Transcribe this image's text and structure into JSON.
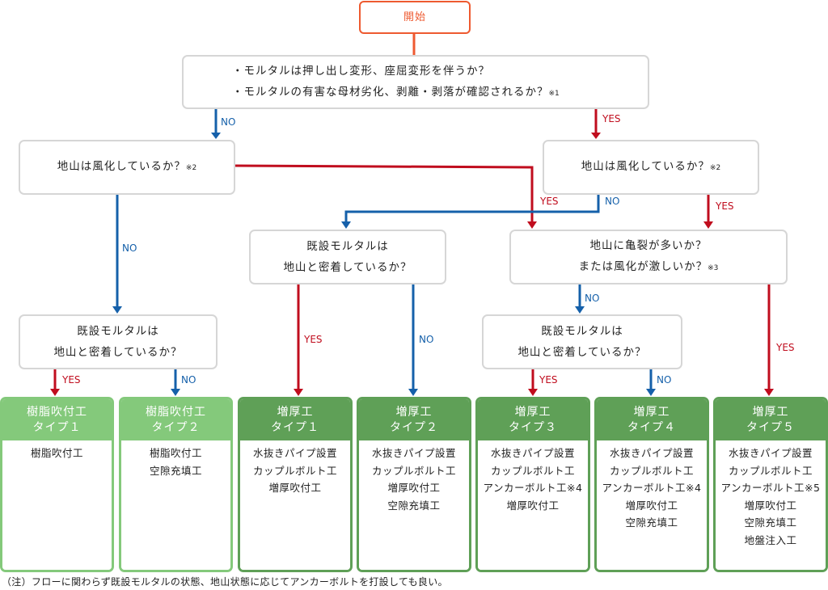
{
  "colors": {
    "yes": "#c00d1e",
    "no": "#1560aa",
    "start": "#ee5a30",
    "resin_header": "#84c97b",
    "thickening_header": "#5fa057"
  },
  "start": {
    "label": "開始"
  },
  "q_top": {
    "line1": "・モルタルは押し出し変形、座屈変形を伴うか？",
    "line2": "・モルタルの有害な母材劣化、剥離・剥落が確認されるか？",
    "note2": "※1"
  },
  "q_weather_left": {
    "text": "地山は風化しているか？",
    "note": "※2"
  },
  "q_weather_right": {
    "text": "地山は風化しているか？",
    "note": "※2"
  },
  "q_adhesion_mid": {
    "line1": "既設モルタルは",
    "line2": "地山と密着しているか？"
  },
  "q_crack": {
    "line1": "地山に亀裂が多いか？",
    "line2": "または風化が激しいか？",
    "note": "※3"
  },
  "q_adhesion_left": {
    "line1": "既設モルタルは",
    "line2": "地山と密着しているか？"
  },
  "q_adhesion_right": {
    "line1": "既設モルタルは",
    "line2": "地山と密着しているか？"
  },
  "labels": {
    "yes": "YES",
    "no": "NO"
  },
  "results": [
    {
      "title1": "樹脂吹付工",
      "title2": "タイプ１",
      "items": [
        "樹脂吹付工"
      ]
    },
    {
      "title1": "樹脂吹付工",
      "title2": "タイプ２",
      "items": [
        "樹脂吹付工",
        "空隙充填工"
      ]
    },
    {
      "title1": "増厚工",
      "title2": "タイプ１",
      "items": [
        "水抜きパイプ設置",
        "カップルボルト工",
        "増厚吹付工"
      ]
    },
    {
      "title1": "増厚工",
      "title2": "タイプ２",
      "items": [
        "水抜きパイプ設置",
        "カップルボルト工",
        "増厚吹付工",
        "空隙充填工"
      ]
    },
    {
      "title1": "増厚工",
      "title2": "タイプ３",
      "items": [
        "水抜きパイプ設置",
        "カップルボルト工",
        "アンカーボルト工※4",
        "増厚吹付工"
      ]
    },
    {
      "title1": "増厚工",
      "title2": "タイプ４",
      "items": [
        "水抜きパイプ設置",
        "カップルボルト工",
        "アンカーボルト工※4",
        "増厚吹付工",
        "空隙充填工"
      ]
    },
    {
      "title1": "増厚工",
      "title2": "タイプ５",
      "items": [
        "水抜きパイプ設置",
        "カップルボルト工",
        "アンカーボルト工※5",
        "増厚吹付工",
        "空隙充填工",
        "地盤注入工"
      ]
    }
  ],
  "footnote": "（注）フローに関わらず既設モルタルの状態、地山状態に応じてアンカーボルトを打設しても良い。"
}
